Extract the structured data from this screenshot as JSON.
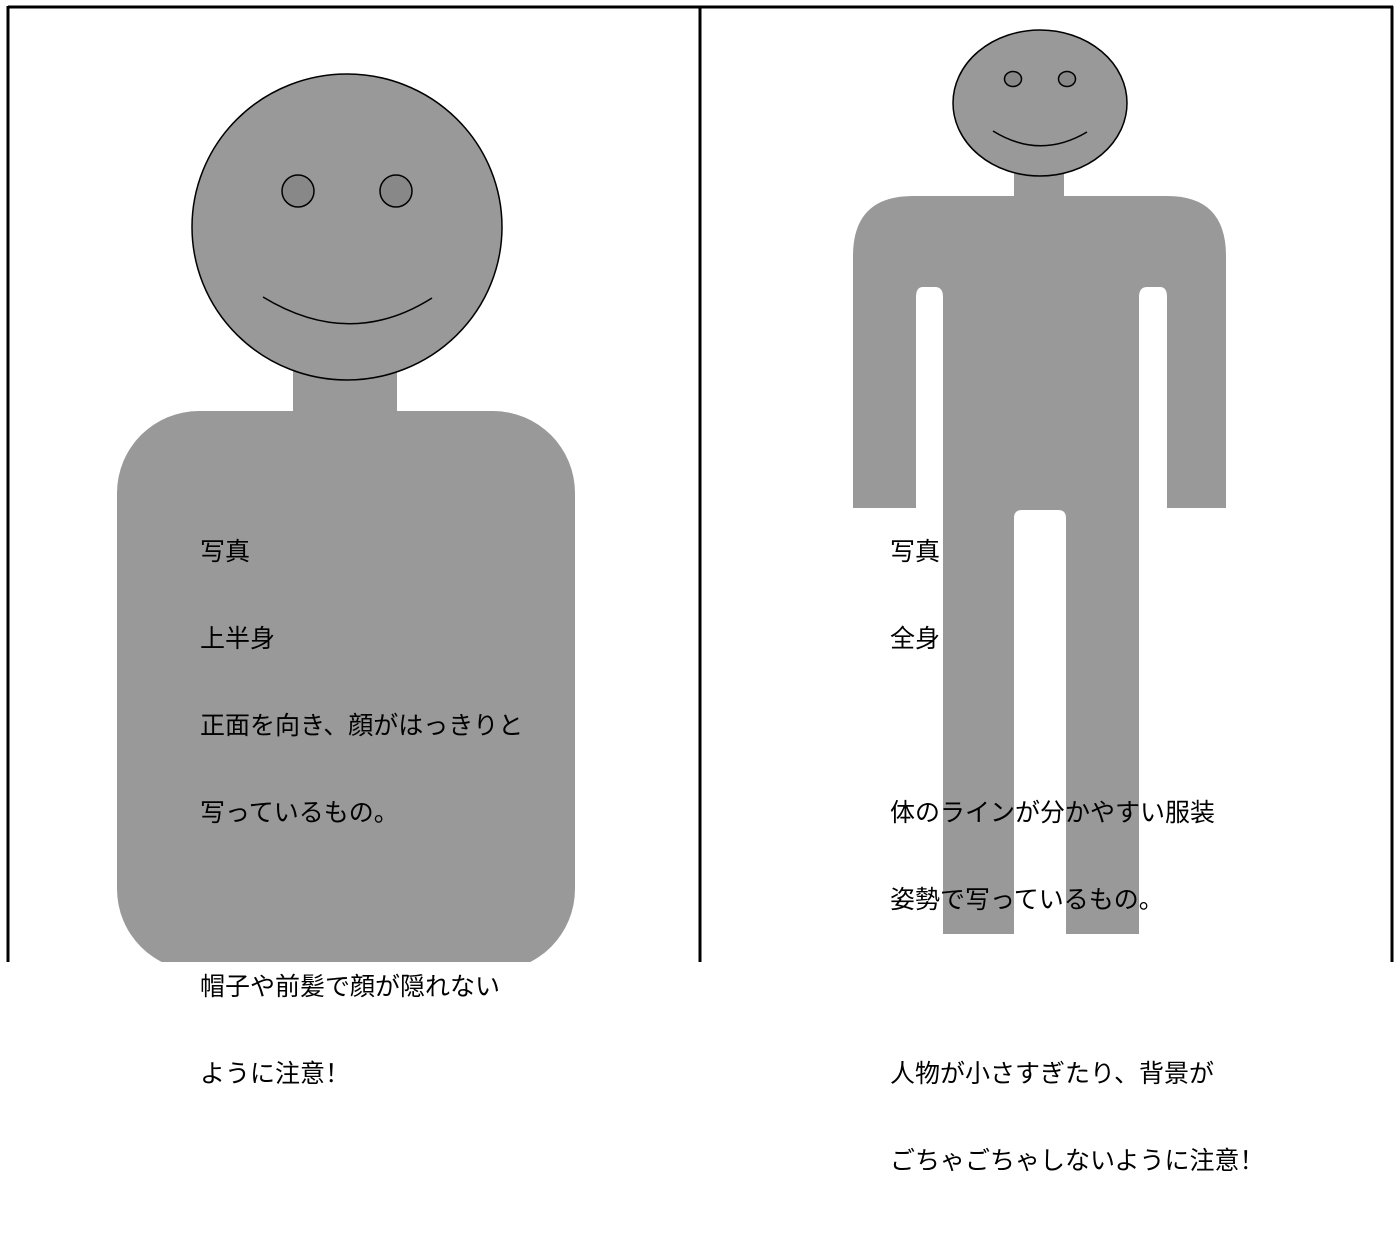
{
  "panels": {
    "upper_body": {
      "lines": [
        "写真",
        "上半身",
        "正面を向き、顔がはっきりと",
        "写っているもの。",
        "",
        "帽子や前髪で顔が隠れない",
        "ように注意！"
      ]
    },
    "full_body": {
      "lines": [
        "写真",
        "全身",
        "",
        "体のラインが分かやすい服装",
        "姿勢で写っているもの。",
        "",
        "人物が小さすぎたり、背景が",
        "ごちゃごちゃしないように注意！"
      ]
    }
  },
  "colors": {
    "figure_fill": "#999999",
    "eye_fill": "#888888",
    "outline": "#000000",
    "background": "#ffffff"
  }
}
